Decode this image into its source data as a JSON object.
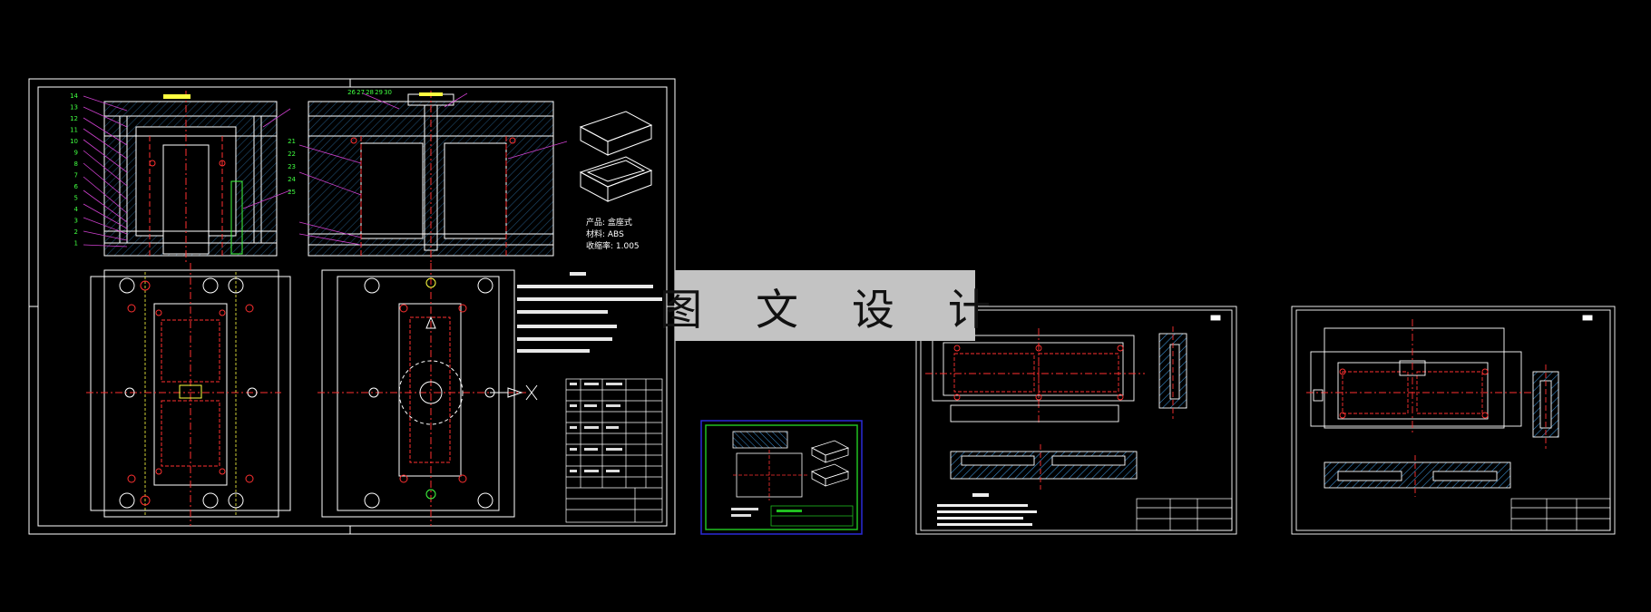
{
  "watermark": {
    "text": "图 文 设 计"
  },
  "product_info": {
    "line1": "产品: 盒座式",
    "line2": "材料: ABS",
    "line3": "收缩率: 1.005"
  },
  "colors": {
    "background": "#000000",
    "line": "#ffffff",
    "leader": "#d040d0",
    "center": "#ff3030",
    "label": "#40ff40",
    "hatch": "#3a8ccc",
    "accent": "#ffff40",
    "thumb_border": "#2a2ad8",
    "thumb_inner": "#20c020"
  },
  "balloon_numbers_left": [
    "14",
    "13",
    "12",
    "11",
    "10",
    "9",
    "8",
    "7",
    "6",
    "5",
    "4",
    "3",
    "2",
    "1"
  ],
  "balloon_numbers_right": [
    "21",
    "22",
    "23",
    "24",
    "25",
    "26",
    "27",
    "28",
    "29",
    "30"
  ]
}
